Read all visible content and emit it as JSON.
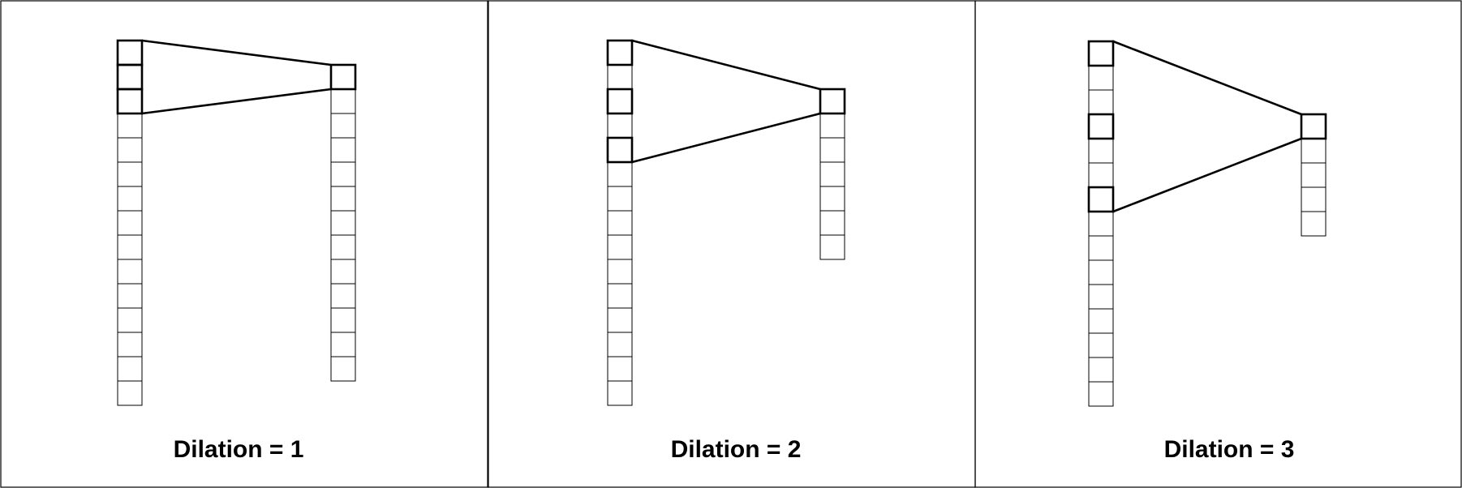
{
  "panels": [
    {
      "id": "d1",
      "caption": "Dilation = 1",
      "dilation": 1,
      "input_cells": 15,
      "output_cells": 13,
      "highlighted_input": [
        0,
        1,
        2
      ],
      "highlighted_output": 0
    },
    {
      "id": "d2",
      "caption": "Dilation = 2",
      "dilation": 2,
      "input_cells": 15,
      "output_cells": 7,
      "highlighted_input": [
        0,
        2,
        4
      ],
      "highlighted_output": 0
    },
    {
      "id": "d3",
      "caption": "Dilation = 3",
      "dilation": 3,
      "input_cells": 15,
      "output_cells": 5,
      "highlighted_input": [
        0,
        3,
        6
      ],
      "highlighted_output": 0
    }
  ]
}
